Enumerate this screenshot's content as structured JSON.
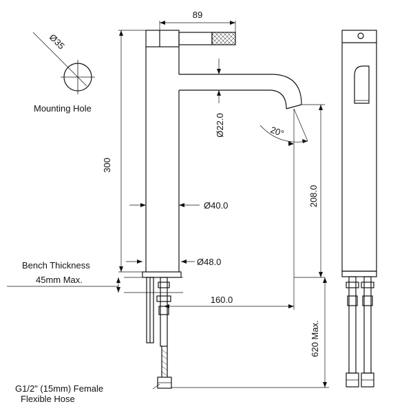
{
  "dimensions": {
    "handle_length": "89",
    "mounting_hole_diameter": "Ø35",
    "overall_height": "300",
    "outlet_diameter": "Ø22.0",
    "spout_angle": "20°",
    "spout_height": "208.0",
    "body_diameter": "Ø40.0",
    "base_diameter": "Ø48.0",
    "spout_reach": "160.0",
    "hose_length": "620 Max."
  },
  "labels": {
    "mounting_hole": "Mounting Hole",
    "bench_thickness_line1": "Bench Thickness",
    "bench_thickness_line2": "45mm Max.",
    "hose_line1": "G1/2\" (15mm) Female",
    "hose_line2": "Flexible Hose"
  }
}
